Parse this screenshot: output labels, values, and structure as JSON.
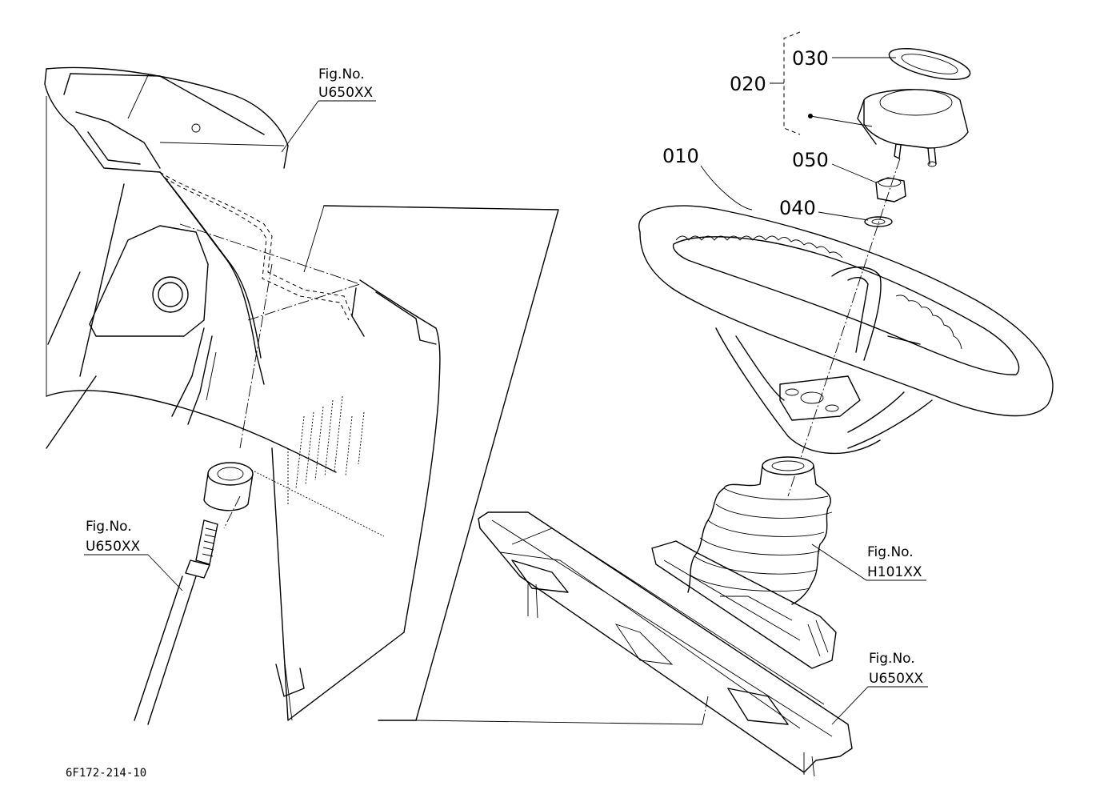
{
  "diagram": {
    "drawing_code": "6F172-214-10",
    "part_labels": {
      "p010": "010",
      "p020": "020",
      "p030": "030",
      "p040": "040",
      "p050": "050"
    },
    "fig_refs": {
      "dash_panel": {
        "prefix": "Fig.No.",
        "code": "U650XX"
      },
      "steering_shaft": {
        "prefix": "Fig.No.",
        "code": "U650XX"
      },
      "boot": {
        "prefix": "Fig.No.",
        "code": "H101XX"
      },
      "bracket": {
        "prefix": "Fig.No.",
        "code": "U650XX"
      }
    }
  }
}
